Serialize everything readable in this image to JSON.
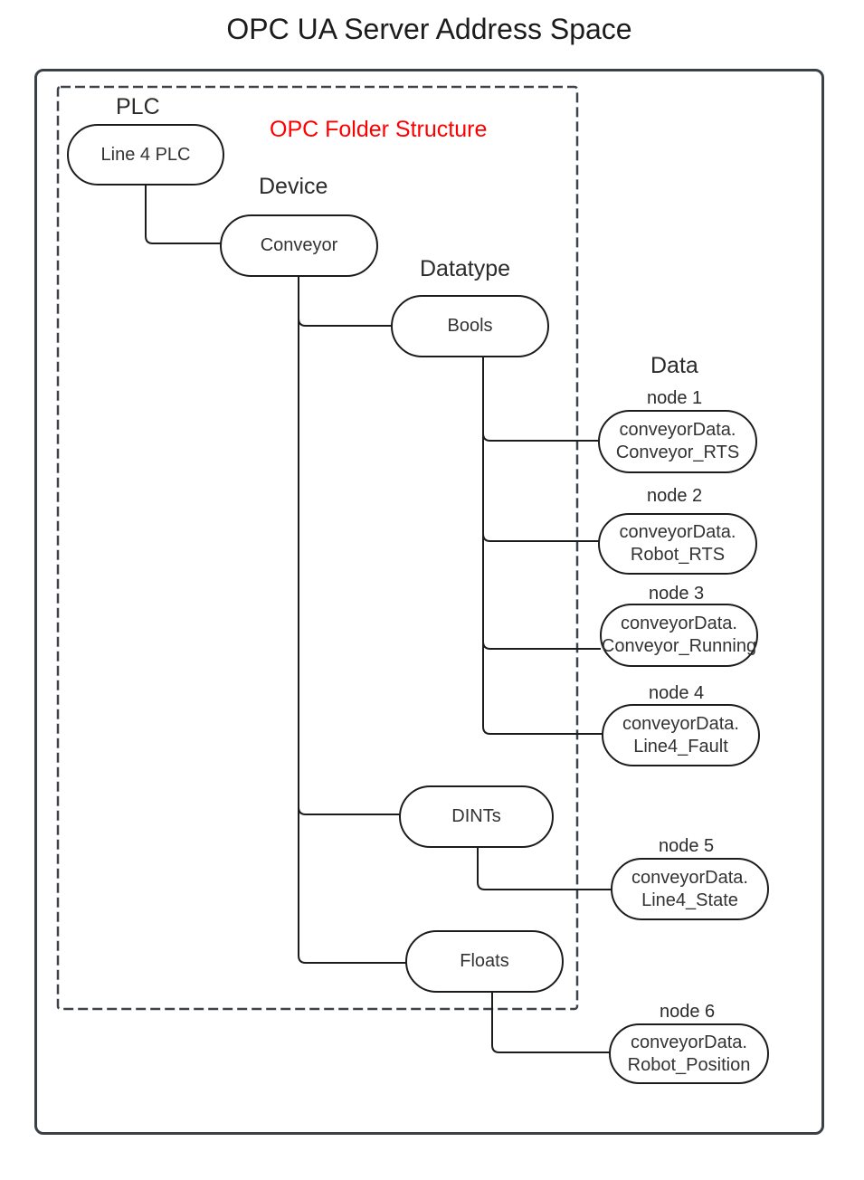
{
  "title": "OPC UA Server Address Space",
  "annotation": "OPC Folder Structure",
  "colors": {
    "annotation": "#ff0000",
    "connector": "#1c1c1c",
    "frame": "#394046",
    "dashed_frame": "#3d434c"
  },
  "levels": {
    "plc": "PLC",
    "device": "Device",
    "datatype": "Datatype",
    "data": "Data"
  },
  "folders": {
    "plc": "Line 4 PLC",
    "device": "Conveyor",
    "bools": "Bools",
    "dints": "DINTs",
    "floats": "Floats"
  },
  "nodes": [
    {
      "caption": "node 1",
      "line1": "conveyorData.",
      "line2": "Conveyor_RTS"
    },
    {
      "caption": "node 2",
      "line1": "conveyorData.",
      "line2": "Robot_RTS"
    },
    {
      "caption": "node 3",
      "line1": "conveyorData.",
      "line2": "Conveyor_Running"
    },
    {
      "caption": "node 4",
      "line1": "conveyorData.",
      "line2": "Line4_Fault"
    },
    {
      "caption": "node 5",
      "line1": "conveyorData.",
      "line2": "Line4_State"
    },
    {
      "caption": "node 6",
      "line1": "conveyorData.",
      "line2": "Robot_Position"
    }
  ]
}
